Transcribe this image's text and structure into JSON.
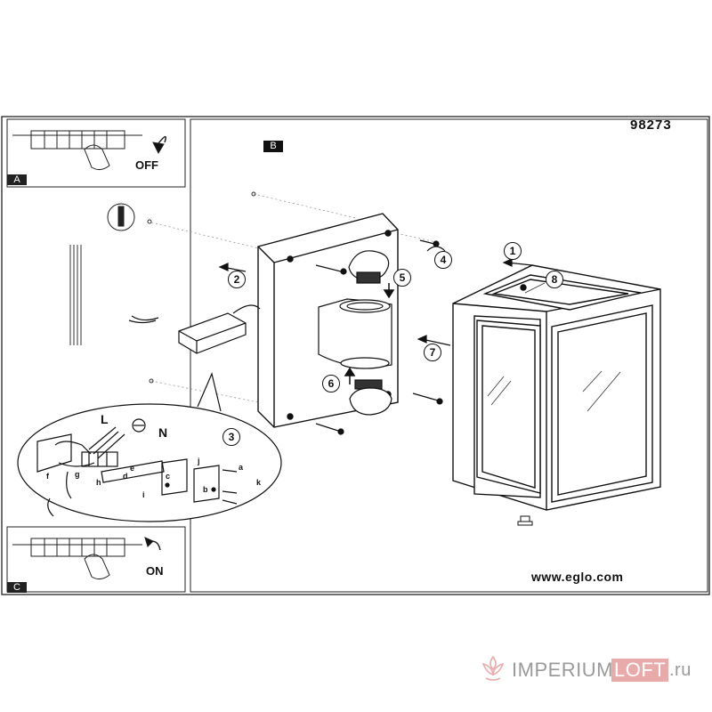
{
  "model_number": "98273",
  "website": "www.eglo.com",
  "panels": {
    "a": "A",
    "b": "B",
    "c": "C"
  },
  "switch_states": {
    "off": "OFF",
    "on": "ON"
  },
  "wire_labels": {
    "live": "L",
    "neutral": "N"
  },
  "steps": [
    "1",
    "2",
    "3",
    "4",
    "5",
    "6",
    "7",
    "8"
  ],
  "detail_letters": [
    "a",
    "b",
    "c",
    "d",
    "e",
    "f",
    "g",
    "h",
    "i",
    "j",
    "k"
  ],
  "watermark": {
    "part1": "IMPERIUM",
    "part2": "LOFT",
    "part3": ".ru",
    "accent_color": "#e9aaaa"
  }
}
